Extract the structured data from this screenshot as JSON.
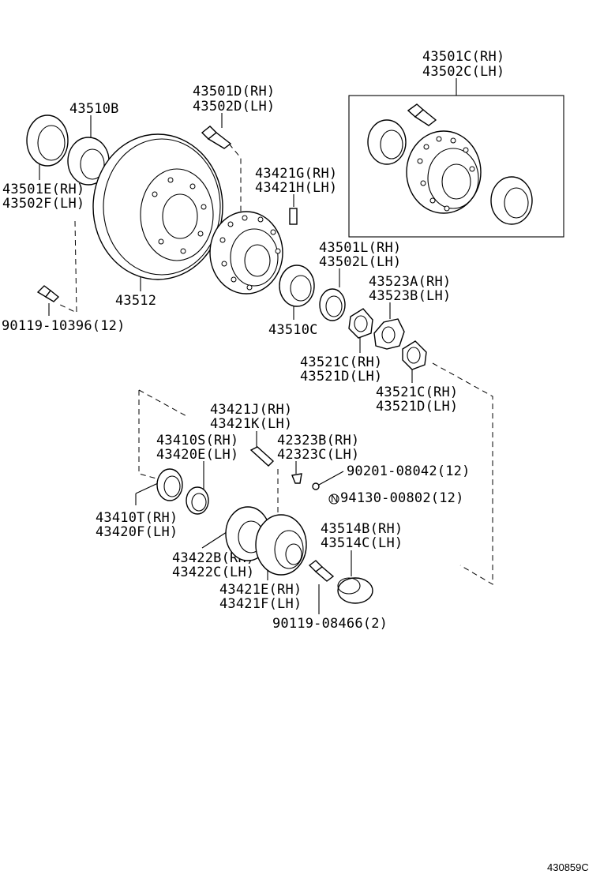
{
  "labels": {
    "hub_assy_rh": "43501C(RH)",
    "hub_assy_lh": "43502C(LH)",
    "hub_bolt_rh": "43501D(RH)",
    "hub_bolt_lh": "43502D(LH)",
    "bearing_outer": "43510B",
    "seal_rh": "43501E(RH)",
    "seal_lh": "43502F(LH)",
    "pin_rh": "43421G(RH)",
    "pin_lh": "43421H(LH)",
    "rotor": "43512",
    "bolt_10396": "90119-10396(12)",
    "bearing_inner": "43510C",
    "washer_rh": "43501L(RH)",
    "washer_lh": "43502L(LH)",
    "lockwasher_rh": "43523A(RH)",
    "lockwasher_lh": "43523B(LH)",
    "nut1_rh": "43521C(RH)",
    "nut1_lh": "43521D(LH)",
    "nut2_rh": "43521C(RH)",
    "nut2_lh": "43521D(LH)",
    "stud_rh": "43421J(RH)",
    "stud_lh": "43421K(LH)",
    "seal2_rh": "43410S(RH)",
    "seal2_lh": "43420E(LH)",
    "cone_rh": "42323B(RH)",
    "cone_lh": "42323C(LH)",
    "washer_08042": "90201-08042(12)",
    "nut_00802": "94130-00802(12)",
    "seal3_rh": "43410T(RH)",
    "seal3_lh": "43420F(LH)",
    "cap_rh": "43514B(RH)",
    "cap_lh": "43514C(LH)",
    "gasket_rh": "43422B(RH)",
    "gasket_lh": "43422C(LH)",
    "flange_rh": "43421E(RH)",
    "flange_lh": "43421F(LH)",
    "bolt_08466": "90119-08466(2)",
    "n_symbol": "N"
  },
  "figure_code": "430859C"
}
